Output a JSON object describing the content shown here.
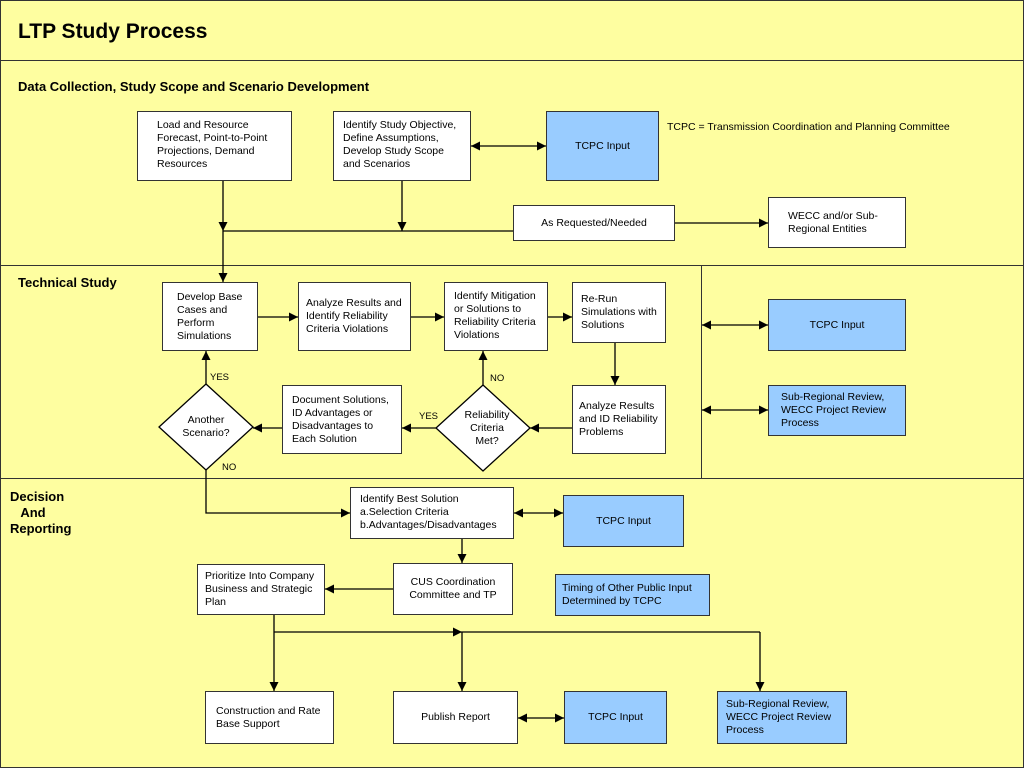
{
  "title": "LTP Study Process",
  "sections": {
    "data_collection": "Data Collection, Study Scope and Scenario Development",
    "technical_study": "Technical Study",
    "decision_reporting": "Decision\n   And\nReporting"
  },
  "note": "TCPC = Transmission Coordination and Planning Committee",
  "boxes": {
    "load_forecast": "Load and Resource\nForecast, Point-to-Point\nProjections, Demand\nResources",
    "identify_objective": "Identify Study Objective,\nDefine Assumptions,\nDevelop Study Scope\nand Scenarios",
    "tcpc_input_1": "TCPC Input",
    "as_requested": "As Requested/Needed",
    "wecc_entities": "WECC and/or Sub-\nRegional Entities",
    "develop_base": "Develop Base\nCases and\nPerform\nSimulations",
    "analyze_results": "Analyze Results and\nIdentify Reliability\nCriteria Violations",
    "identify_mitigation": "Identify Mitigation\nor Solutions to\nReliability Criteria\nViolations",
    "rerun": "Re-Run\nSimulations with\nSolutions",
    "analyze_id": "Analyze Results\nand ID Reliability\nProblems",
    "document_solutions": "Document Solutions,\nID Advantages or\nDisadvantages to\nEach Solution",
    "tcpc_input_2": "TCPC Input",
    "subregional_review_1": "Sub-Regional Review,\nWECC Project Review\nProcess",
    "identify_best": "Identify Best Solution\na.Selection Criteria\nb.Advantages/Disadvantages",
    "tcpc_input_3": "TCPC Input",
    "cus_coordination": "CUS Coordination\nCommittee and TP",
    "timing_public": "Timing of Other Public Input\nDetermined by TCPC",
    "prioritize": "Prioritize Into Company\nBusiness and Strategic\nPlan",
    "construction": "Construction and Rate\nBase Support",
    "publish_report": "Publish Report",
    "tcpc_input_4": "TCPC Input",
    "subregional_review_2": "Sub-Regional Review,\nWECC Project Review\nProcess"
  },
  "decisions": {
    "another_scenario": "Another\nScenario?",
    "reliability_met": "Reliability\nCriteria\nMet?"
  },
  "labels": {
    "yes_left": "YES",
    "no_left": "NO",
    "yes_mid": "YES",
    "no_mid": "NO"
  },
  "colors": {
    "background": "#fefea0",
    "box": "#ffffff",
    "input_box": "#99ccff",
    "line": "#000000"
  }
}
